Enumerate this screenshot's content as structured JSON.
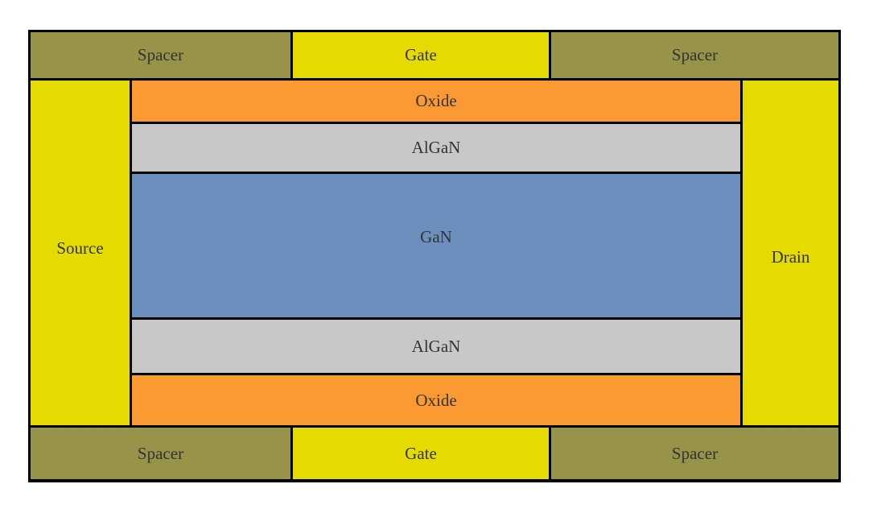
{
  "diagram": {
    "top_row": {
      "left_spacer": "Spacer",
      "gate": "Gate",
      "right_spacer": "Spacer"
    },
    "source": "Source",
    "drain": "Drain",
    "layers": {
      "oxide_top": "Oxide",
      "algan_top": "AlGaN",
      "gan": "GaN",
      "algan_bottom": "AlGaN",
      "oxide_bottom": "Oxide"
    },
    "bottom_row": {
      "left_spacer": "Spacer",
      "gate": "Gate",
      "right_spacer": "Spacer"
    }
  },
  "colors": {
    "spacer": "#979449",
    "gate": "#e6db00",
    "source_drain": "#e6db00",
    "oxide": "#fb9a33",
    "algan": "#c8c8c8",
    "gan": "#6d8fbd",
    "outline": "#000000"
  }
}
